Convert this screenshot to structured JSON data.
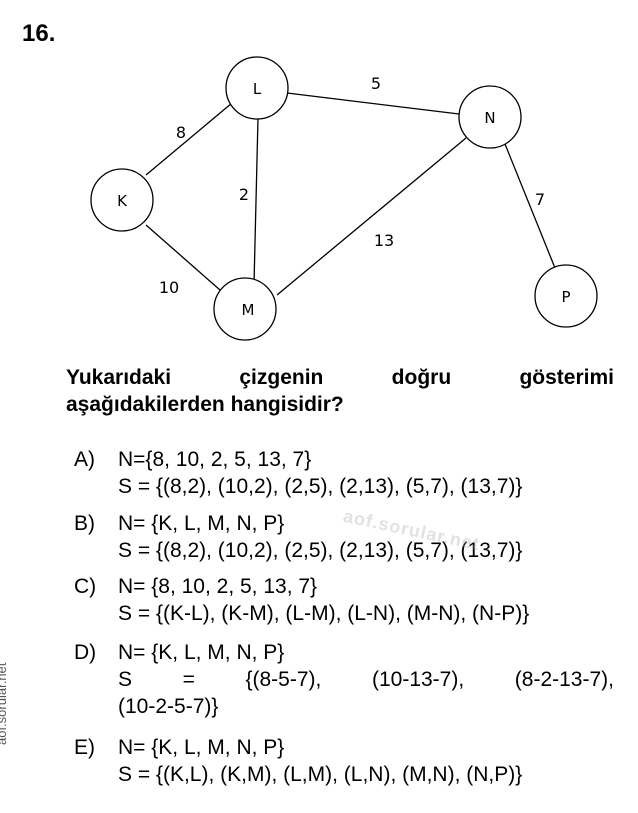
{
  "question_number": "16.",
  "graph": {
    "nodes": [
      "K",
      "L",
      "M",
      "N",
      "P"
    ],
    "edge_weights": {
      "KL": "8",
      "LN": "5",
      "LM": "2",
      "KM": "10",
      "MN": "13",
      "NP": "7"
    }
  },
  "question": {
    "line1_words": [
      "Yukarıdaki",
      "çizgenin",
      "doğru",
      "gösterimi"
    ],
    "line2": "aşağıdakilerden hangisidir?"
  },
  "options": {
    "A": {
      "letter": "A)",
      "line1": "N={8, 10, 2, 5, 13, 7}",
      "line2": "S = {(8,2), (10,2), (2,5), (2,13), (5,7), (13,7)}"
    },
    "B": {
      "letter": "B)",
      "line1": "N= {K, L, M, N, P}",
      "line2": "S = {(8,2), (10,2), (2,5), (2,13), (5,7), (13,7)}"
    },
    "C": {
      "letter": "C)",
      "line1": "N= {8, 10, 2, 5, 13, 7}",
      "line2": "S = {(K-L), (K-M), (L-M), (L-N), (M-N), (N-P)}"
    },
    "D": {
      "letter": "D)",
      "line1": "N= {K, L, M, N, P}",
      "line2_parts": [
        "S",
        "=",
        "{(8-5-7),",
        "(10-13-7),",
        "(8-2-13-7),"
      ],
      "line3": "(10-2-5-7)}"
    },
    "E": {
      "letter": "E)",
      "line1": "N= {K, L, M, N, P}",
      "line2": "S = {(K,L), (K,M), (L,M), (L,N), (M,N), (N,P)}"
    }
  },
  "watermark": "aof.sorular.net",
  "side_url": "aof.sorular.net"
}
